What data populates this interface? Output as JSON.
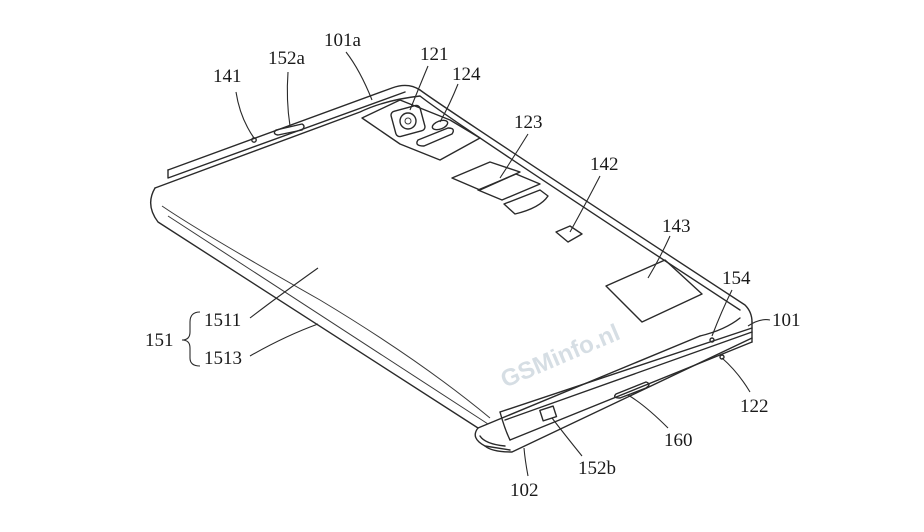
{
  "labels": {
    "l141": "141",
    "l152a": "152a",
    "l101a": "101a",
    "l121": "121",
    "l124": "124",
    "l123": "123",
    "l142": "142",
    "l143": "143",
    "l154": "154",
    "l101": "101",
    "l151": "151",
    "l1511": "1511",
    "l1513": "1513",
    "l122": "122",
    "l160": "160",
    "l152b": "152b",
    "l102": "102"
  },
  "watermark": "GSMinfo.nl",
  "colors": {
    "line": "#2a2a2a",
    "background": "#ffffff",
    "watermark": "#c9d3dc"
  }
}
